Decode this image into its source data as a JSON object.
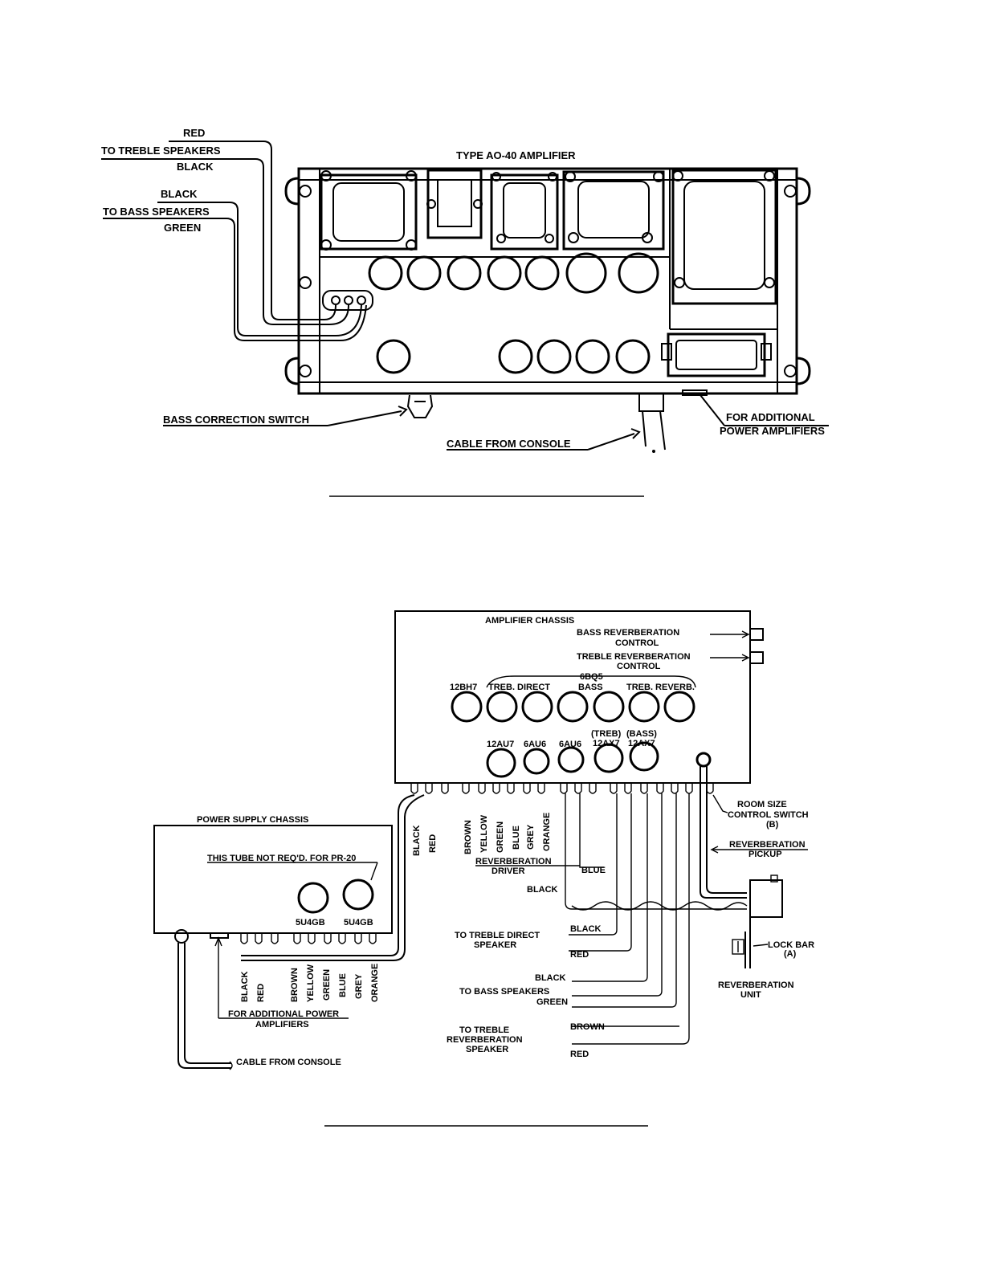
{
  "figure1": {
    "title": "TYPE AO-40 AMPLIFIER",
    "red": "RED",
    "to_treble_speakers": "TO TREBLE SPEAKERS",
    "black_treble": "BLACK",
    "black_bass": "BLACK",
    "to_bass_speakers": "TO BASS SPEAKERS",
    "green": "GREEN",
    "bass_correction_switch": "BASS CORRECTION SWITCH",
    "cable_from_console": "CABLE FROM CONSOLE",
    "for_additional_1": "FOR ADDITIONAL",
    "for_additional_2": "POWER AMPLIFIERS"
  },
  "figure2": {
    "amplifier_chassis": "AMPLIFIER CHASSIS",
    "bass_reverb_1": "BASS REVERBERATION",
    "bass_reverb_2": "CONTROL",
    "treble_reverb_1": "TREBLE REVERBERATION",
    "treble_reverb_2": "CONTROL",
    "tube_6bq5": "6BQ5",
    "tube_12bh7": "12BH7",
    "treb_direct": "TREB. DIRECT",
    "bass": "BASS",
    "treb_reverb": "TREB. REVERB.",
    "tube_12au7": "12AU7",
    "tube_6au6_a": "6AU6",
    "tube_6au6_b": "6AU6",
    "treb_paren": "(TREB)",
    "bass_paren": "(BASS)",
    "tube_12ax7_a": "12AX7",
    "tube_12ax7_b": "12AX7",
    "power_supply_chassis": "POWER SUPPLY CHASSIS",
    "this_tube_not": "THIS TUBE NOT REQ'D. FOR PR-20",
    "tube_5u4gb_a": "5U4GB",
    "tube_5u4gb_b": "5U4GB",
    "wire_colors": [
      "BLACK",
      "RED",
      "BROWN",
      "YELLOW",
      "GREEN",
      "BLUE",
      "GREY",
      "ORANGE"
    ],
    "room_size_1": "ROOM SIZE",
    "room_size_2": "CONTROL SWITCH",
    "room_size_3": "(B)",
    "reverb_pickup_1": "REVERBERATION",
    "reverb_pickup_2": "PICKUP",
    "reverb_driver_1": "REVERBERATION",
    "reverb_driver_2": "DRIVER",
    "blue": "BLUE",
    "black_driver": "BLACK",
    "to_treble_direct_1": "TO TREBLE DIRECT",
    "to_treble_direct_2": "SPEAKER",
    "black_td": "BLACK",
    "red_td": "RED",
    "black_bs": "BLACK",
    "to_bass_speakers": "TO BASS SPEAKERS",
    "green_bs": "GREEN",
    "to_treble_reverb_1": "TO TREBLE",
    "to_treble_reverb_2": "REVERBERATION",
    "to_treble_reverb_3": "SPEAKER",
    "brown_tr": "BROWN",
    "red_tr": "RED",
    "lock_bar_1": "LOCK BAR",
    "lock_bar_2": "(A)",
    "reverb_unit_1": "REVERBERATION",
    "reverb_unit_2": "UNIT",
    "for_additional_1": "FOR ADDITIONAL POWER",
    "for_additional_2": "AMPLIFIERS",
    "cable_from_console": "CABLE FROM CONSOLE"
  }
}
